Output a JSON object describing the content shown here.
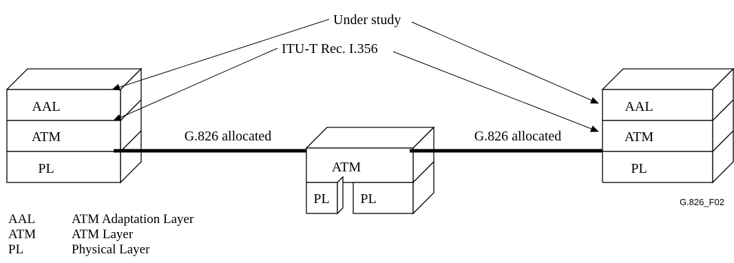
{
  "annotations": {
    "under_study": "Under study",
    "itu_ref": "ITU-T Rec. I.356"
  },
  "stacks": {
    "left": {
      "aal": "AAL",
      "atm": "ATM",
      "pl": "PL"
    },
    "middle": {
      "atm": "ATM",
      "pl_left": "PL",
      "pl_right": "PL"
    },
    "right": {
      "aal": "AAL",
      "atm": "ATM",
      "pl": "PL"
    }
  },
  "links": {
    "left_label": "G.826 allocated",
    "right_label": "G.826 allocated"
  },
  "figure_id": "G.826_F02",
  "legend": [
    {
      "abbr": "AAL",
      "desc": "ATM Adaptation Layer"
    },
    {
      "abbr": "ATM",
      "desc": "ATM Layer"
    },
    {
      "abbr": "PL",
      "desc": "Physical Layer"
    }
  ]
}
